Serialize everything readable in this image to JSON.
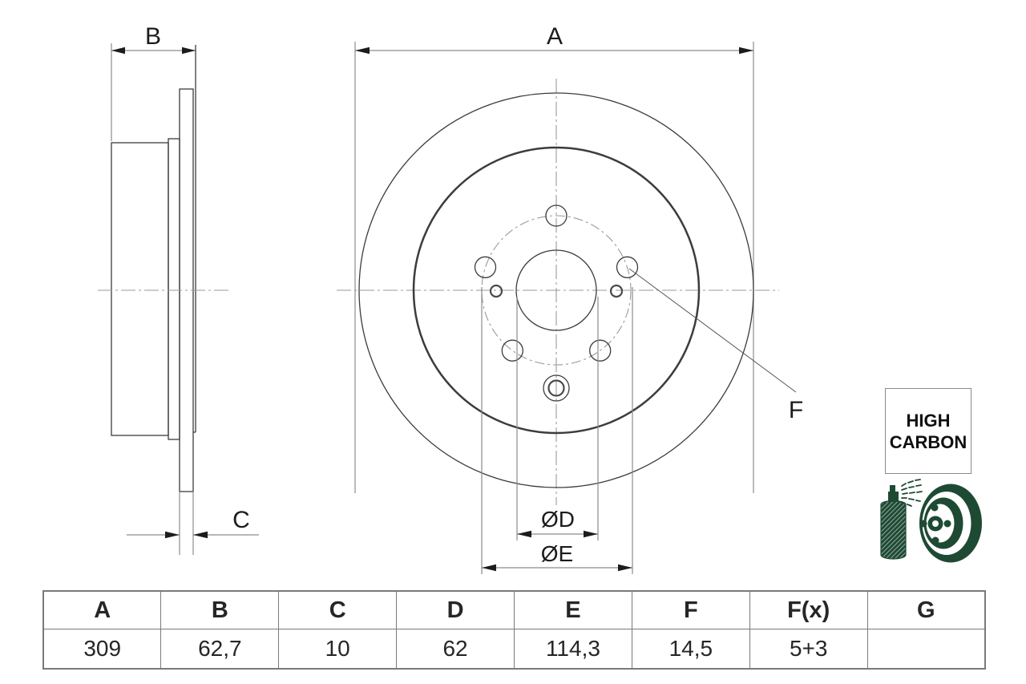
{
  "drawing": {
    "labels": {
      "a": "A",
      "b": "B",
      "c": "C",
      "f": "F",
      "d": "ØD",
      "e": "ØE"
    }
  },
  "badge": {
    "line1": "HIGH",
    "line2": "CARBON"
  },
  "table": {
    "headers": [
      "A",
      "B",
      "C",
      "D",
      "E",
      "F",
      "F(x)",
      "G"
    ],
    "values": [
      "309",
      "62,7",
      "10",
      "62",
      "114,3",
      "14,5",
      "5+3",
      ""
    ]
  },
  "colors": {
    "icon_green": "#1e4a33",
    "part_line": "#3c3c3c",
    "dim_line": "#8c8c8c",
    "label_text": "#1c1c1c",
    "table_border": "#7a7a7a"
  }
}
